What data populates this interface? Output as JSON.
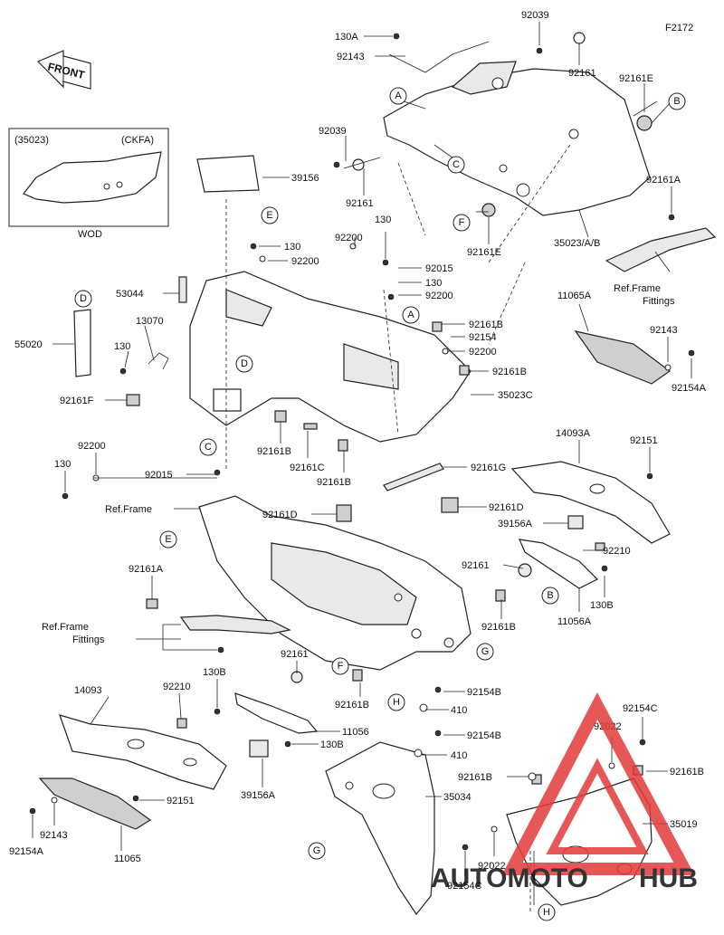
{
  "figure_code": "F2172",
  "front_label": "FRONT",
  "inset": {
    "top_left": "(35023)",
    "top_right": "(CKFA)",
    "caption": "WOD"
  },
  "callouts": [
    "A",
    "B",
    "C",
    "D",
    "E",
    "F",
    "G",
    "H"
  ],
  "parts": {
    "p130A": "130A",
    "p92039_top": "92039",
    "p92143_top": "92143",
    "p92161_top": "92161",
    "p92161E_r": "92161E",
    "p92039_l": "92039",
    "p92161_mid": "92161",
    "p39156": "39156",
    "p92161E_low": "92161E",
    "p35023AB": "35023/A/B",
    "p92161A_r": "92161A",
    "ref_frame_fittings_r1": "Ref.Frame",
    "ref_frame_fittings_r2": "Fittings",
    "p130_a": "130",
    "p92200_a": "92200",
    "p130_b": "130",
    "p92200_b": "92200",
    "p92015_a": "92015",
    "p130_c": "130",
    "p92200_c": "92200",
    "p53044": "53044",
    "p13070": "13070",
    "p55020": "55020",
    "p130_d": "130",
    "p92161F": "92161F",
    "p92161B_a": "92161B",
    "p92154": "92154",
    "p92200_d": "92200",
    "p92161B_b": "92161B",
    "p35023C": "35023C",
    "p11065A": "11065A",
    "p92143_r": "92143",
    "p92154A_r": "92154A",
    "p92200_e": "92200",
    "p130_e": "130",
    "p92161B_c": "92161B",
    "p92161C": "92161C",
    "p92161B_d": "92161B",
    "p92161G": "92161G",
    "p14093A": "14093A",
    "p92151_r": "92151",
    "p92015_b": "92015",
    "ref_frame_l": "Ref.Frame",
    "p92161D_a": "92161D",
    "p92161D_b": "92161D",
    "p39156A_r": "39156A",
    "p92210_r": "92210",
    "p92161_r": "92161",
    "p130B_r": "130B",
    "p11056A": "11056A",
    "p92161A_l": "92161A",
    "p92161B_e": "92161B",
    "ref_frame_fittings_l1": "Ref.Frame",
    "ref_frame_fittings_l2": "Fittings",
    "p92161_l": "92161",
    "p130B_l1": "130B",
    "p14093": "14093",
    "p92210_l": "92210",
    "p92161B_f": "92161B",
    "p92154B_a": "92154B",
    "p410_a": "410",
    "p11056": "11056",
    "p130B_l2": "130B",
    "p92154C_r": "92154C",
    "p92154B_b": "92154B",
    "p410_b": "410",
    "p92022_a": "92022",
    "p92161B_g": "92161B",
    "p92161B_h": "92161B",
    "p35034": "35034",
    "p35019": "35019",
    "p92151_l": "92151",
    "p39156A_l": "39156A",
    "p92143_l": "92143",
    "p92154A_l": "92154A",
    "p11065": "11065",
    "p92022_b": "92022",
    "p92154C_l": "92154C"
  },
  "watermark": {
    "part1": "AUTOMOTO",
    "part2": "HUB",
    "color1": "#f2b9b9",
    "color2": "#b4b4b4",
    "triangle_color": "#e23a3a"
  }
}
